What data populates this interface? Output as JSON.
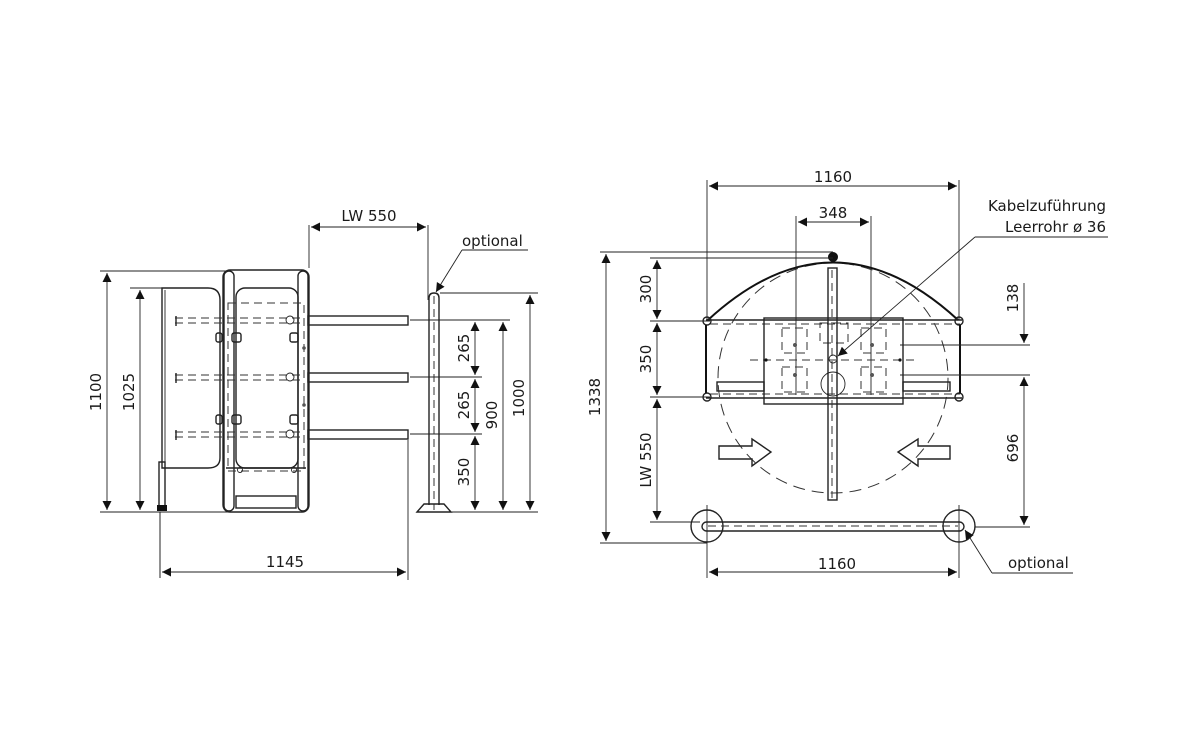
{
  "drawing": {
    "type": "technical-dimension-drawing",
    "units": "mm",
    "side_view": {
      "name": "Side view of half-height turnstile",
      "dimensions": {
        "overall_height": "1100",
        "panel_height": "1025",
        "passage_width": "LW 550",
        "arm_spacing_top": "265",
        "arm_spacing_mid": "265",
        "lowest_arm_height": "350",
        "top_arm_height": "900",
        "post_height": "1000",
        "overall_length": "1145"
      },
      "labels": {
        "optional": "optional"
      }
    },
    "top_view": {
      "name": "Top view with rotor circle",
      "dimensions": {
        "overall_width_top": "1160",
        "center_width": "348",
        "arc_depth": "300",
        "housing_depth": "350",
        "overall_depth": "1338",
        "passage_width": "LW 550",
        "cable_offset": "138",
        "cable_to_rail": "696",
        "rail_width": "1160"
      },
      "labels": {
        "cable_line1": "Kabelzuführung",
        "cable_line2": "Leerrohr ø 36",
        "optional": "optional"
      },
      "arrows": [
        "direction-arrow-right",
        "direction-arrow-left"
      ]
    }
  }
}
